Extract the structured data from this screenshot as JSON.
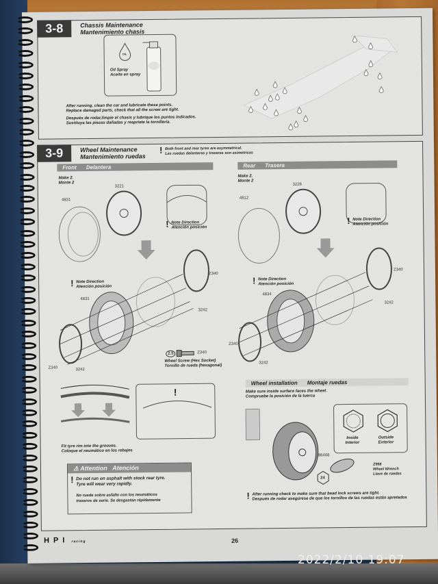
{
  "section_3_8": {
    "number": "3-8",
    "title_en": "Chassis Maintenance",
    "title_es": "Mantenimiento chasis",
    "oil_label": "OIL",
    "oil_spray_en": "Oil Spray",
    "oil_spray_es": "Aceite en spray",
    "instructions_en": [
      "After running, clean the car and lubricate these points.",
      "Replace damaged parts, check that all the screw are tight."
    ],
    "instructions_es": [
      "Después de rodar,limpie el chasis y lubrique los puntos indicados.",
      "Sustituya las piezas dañadas y reapriete la tornillería."
    ]
  },
  "section_3_9": {
    "number": "3-9",
    "title_en": "Wheel Maintenance",
    "title_es": "Mantenimiento ruedas",
    "note_en": "Both front and rear tyres are asymmetrical.",
    "note_es": "Las ruedas delanteras y traseras son asimetricas",
    "front": {
      "bar_en": "Front",
      "bar_es": "Delantera",
      "make_en": "Make 2.",
      "make_es": "Monte 2",
      "parts": {
        "tyre": "4831",
        "wheel": "3221",
        "ring": "3242",
        "screw": "Z340"
      },
      "note_direction_en": "Note Direction",
      "note_direction_es": "Atención posición"
    },
    "rear": {
      "bar_en": "Rear",
      "bar_es": "Trasera",
      "make_en": "Make 2.",
      "make_es": "Monte 2",
      "parts": {
        "tyre_insert": "4812",
        "wheel": "3226",
        "tyre": "4834",
        "ring": "3242",
        "screw": "Z340"
      },
      "note_direction_en": "Note Direction",
      "note_direction_es": "Atención posición"
    },
    "wheel_screw": {
      "size": "2.5",
      "part": "Z340",
      "label_en": "Wheel Screw (Hex Socket)",
      "label_es": "Tornillo de rueda (hexagonal)"
    },
    "fit_tyre_en": "Fit tyre rim into the grooves.",
    "fit_tyre_es": "Coloque el neumático en los rebajes",
    "attention": {
      "title_en": "Attention",
      "title_es": "Atención",
      "line_en": [
        "Do not run on asphalt with stock rear tyre.",
        "Tyre will wear very rapidly."
      ],
      "line_es": [
        "No ruede sobre asfalto con los neumáticos",
        "traseros de serie. Se desgastan rápidamente"
      ]
    },
    "wheel_installation": {
      "title_en": "Wheel installation",
      "title_es": "Montaje ruedas",
      "instr_en": "Make sure inside surface faces the wheel.",
      "instr_es": "Compruebe la posición de la tuerca",
      "inside_en": "Inside",
      "inside_es": "Interior",
      "outside_en": "Outside",
      "outside_es": "Exterior",
      "nut_part": "86468",
      "wrench_part": "Z958",
      "wrench_en": "Wheel Wrench",
      "wrench_es": "Llave de ruedas",
      "wrench_size": "24",
      "after_en": "After running check to make sure that bead lock screws are tight.",
      "after_es": "Después de rodar asegúrese de que los tornillos de las ruedas están apretados"
    }
  },
  "footer": {
    "logo": "HPI",
    "logo_sub": "racing",
    "page_number": "26"
  },
  "photo_timestamp": "2022/2/10  19:07"
}
